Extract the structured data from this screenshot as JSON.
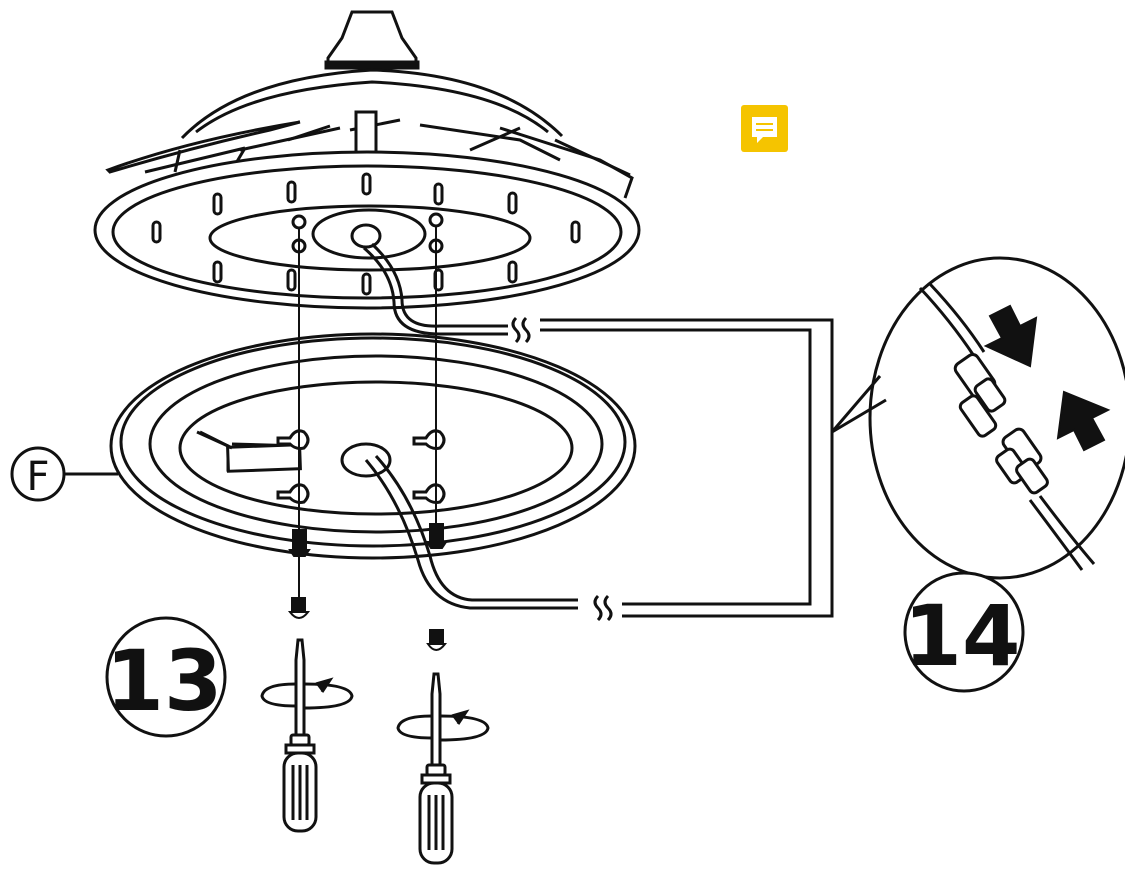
{
  "labels": {
    "part": "F",
    "step_left": "13",
    "step_right": "14"
  },
  "colors": {
    "line": "#111111",
    "note_icon": "#f5c400",
    "background": "#ffffff"
  },
  "icons": [
    "comment-note-icon",
    "screwdriver-icon",
    "screw-icon",
    "rotation-arrow-icon",
    "push-arrow-icon",
    "wire-connector-icon"
  ]
}
